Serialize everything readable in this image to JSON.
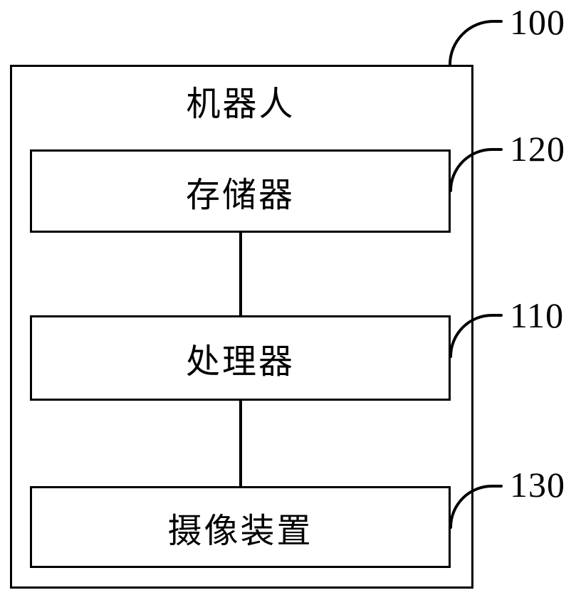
{
  "diagram": {
    "outer": {
      "title": "机器人",
      "ref": "100"
    },
    "components": [
      {
        "label": "存储器",
        "ref": "120"
      },
      {
        "label": "处理器",
        "ref": "110"
      },
      {
        "label": "摄像装置",
        "ref": "130"
      }
    ],
    "colors": {
      "line": "#000000",
      "background": "#ffffff"
    }
  }
}
